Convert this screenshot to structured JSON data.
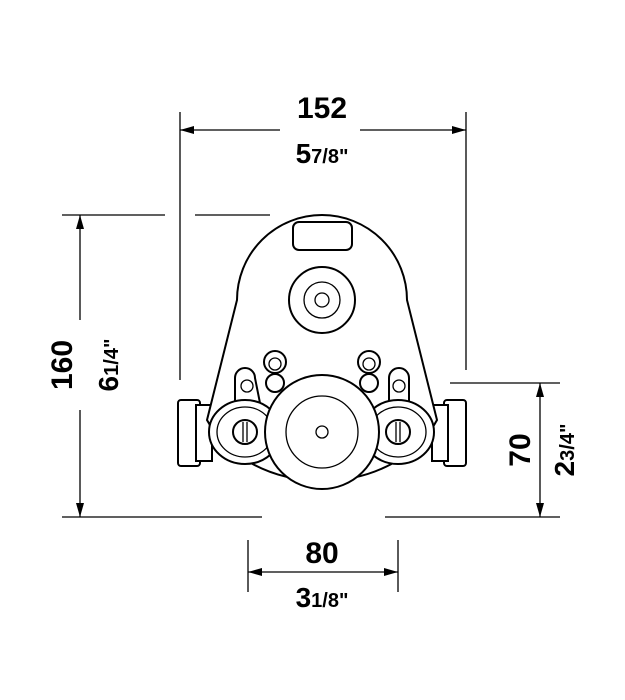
{
  "drawing": {
    "line_color": "#000000",
    "dimensions": {
      "width_total": {
        "mm": "152",
        "inch_whole": "5",
        "inch_frac": "7/8\""
      },
      "height_total": {
        "mm": "160",
        "inch_whole": "6",
        "inch_frac": "1/4\""
      },
      "pipe_spacing": {
        "mm": "80",
        "inch_whole": "3",
        "inch_frac": "1/8\""
      },
      "pipe_height": {
        "mm": "70",
        "inch_whole": "2",
        "inch_frac": "3/4\""
      }
    }
  }
}
